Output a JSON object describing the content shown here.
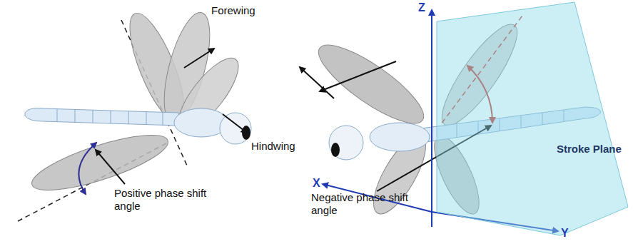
{
  "diagram": {
    "nodes": [
      {
        "text": [
          "Stroke Plane"
        ]
      }
    ],
    "labels": [
      "Forewing",
      "Hindwing",
      "Positive phase shift angle",
      "Negative phase shift angle",
      "Z",
      "X",
      "Y"
    ]
  }
}
